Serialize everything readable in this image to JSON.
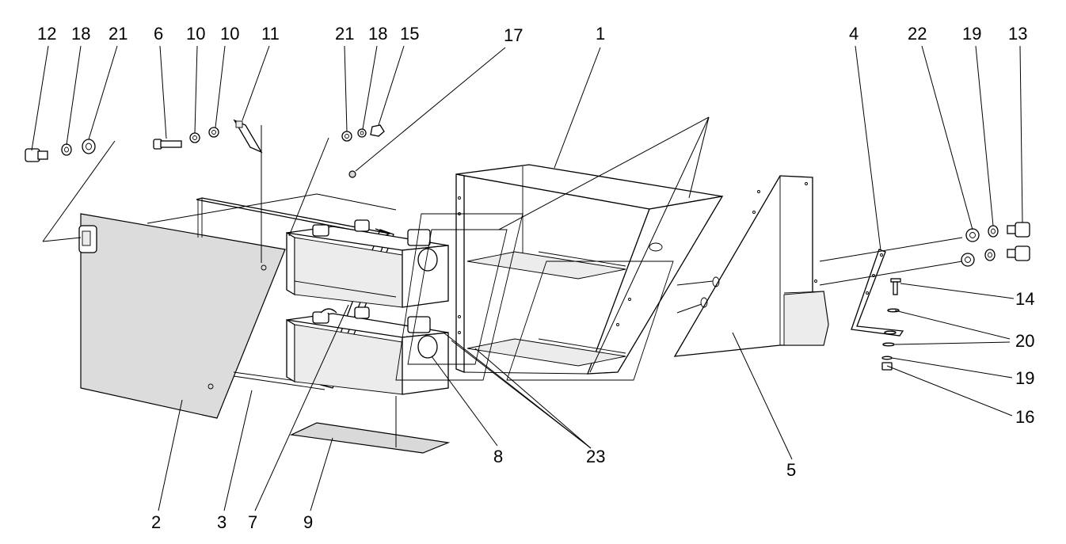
{
  "callouts": {
    "c12": "12",
    "c18a": "18",
    "c21a": "21",
    "c6": "6",
    "c10a": "10",
    "c10b": "10",
    "c11": "11",
    "c21b": "21",
    "c18b": "18",
    "c15": "15",
    "c17": "17",
    "c1": "1",
    "c4": "4",
    "c22": "22",
    "c19a": "19",
    "c13": "13",
    "c14": "14",
    "c20": "20",
    "c19b": "19",
    "c16": "16",
    "c2": "2",
    "c3": "3",
    "c7": "7",
    "c9": "9",
    "c8": "8",
    "c23": "23",
    "c5": "5"
  }
}
